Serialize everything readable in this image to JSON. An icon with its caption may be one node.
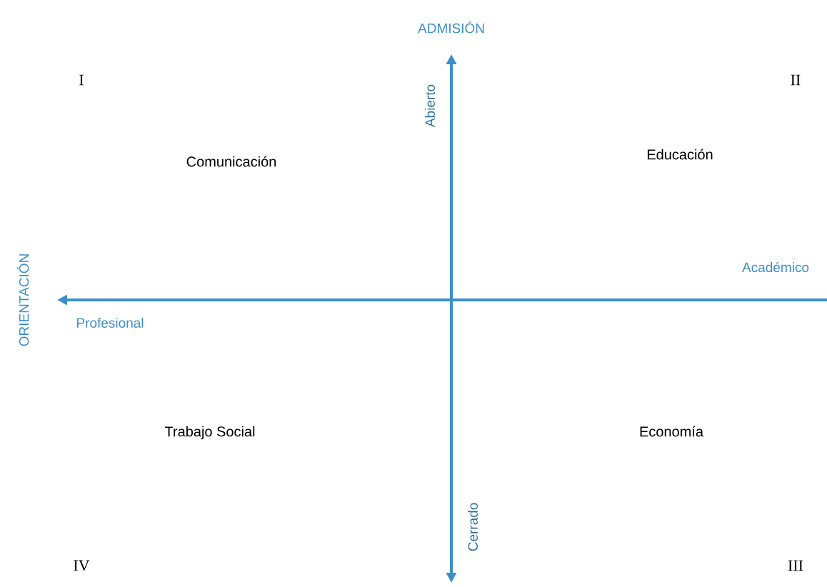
{
  "diagram": {
    "labels": [
      "ADMISIÓN",
      "I",
      "II",
      "Abierto",
      "Comunicación",
      "Educación",
      "ORIENTACIÓN",
      "Académico",
      "Profesional",
      "Trabajo Social",
      "Economía",
      "Cerrado",
      "IV",
      "III"
    ]
  }
}
